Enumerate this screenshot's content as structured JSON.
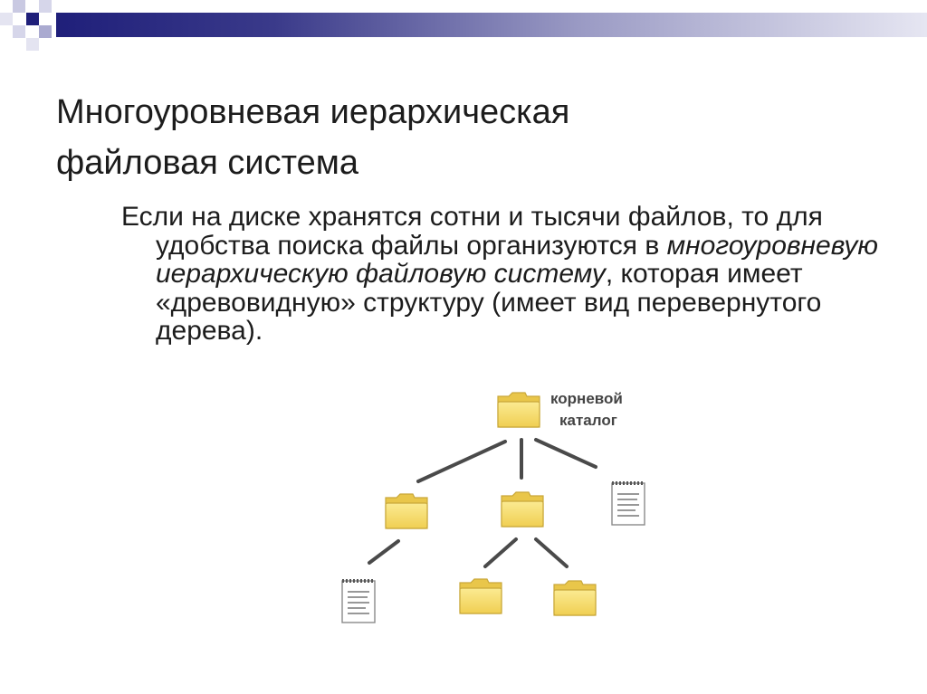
{
  "slide": {
    "title_line1": "Многоуровневая иерархическая",
    "title_line2": "файловая система",
    "paragraph": {
      "part1": "Если на диске хранятся сотни и тысячи файлов, то для удобства поиска файлы организуются в ",
      "emphasis": "многоуровневую иерархическую файловую систему",
      "part2": ", которая имеет «древовидную» структуру (имеет вид перевернутого дерева)."
    }
  },
  "diagram": {
    "root_label_line1": "корневой",
    "root_label_line2": "каталог",
    "node_icons": [
      "folder-icon",
      "folder-icon",
      "folder-icon",
      "document-icon",
      "document-icon",
      "folder-icon",
      "folder-icon"
    ]
  },
  "colors": {
    "title_text": "#1c1c1c",
    "accent_dark": "#1f1f7a",
    "accent_light": "#9a9ac4",
    "folder_fill": "#f5dc6a",
    "folder_stroke": "#c9a83a",
    "tree_line": "#4a4a4a"
  }
}
